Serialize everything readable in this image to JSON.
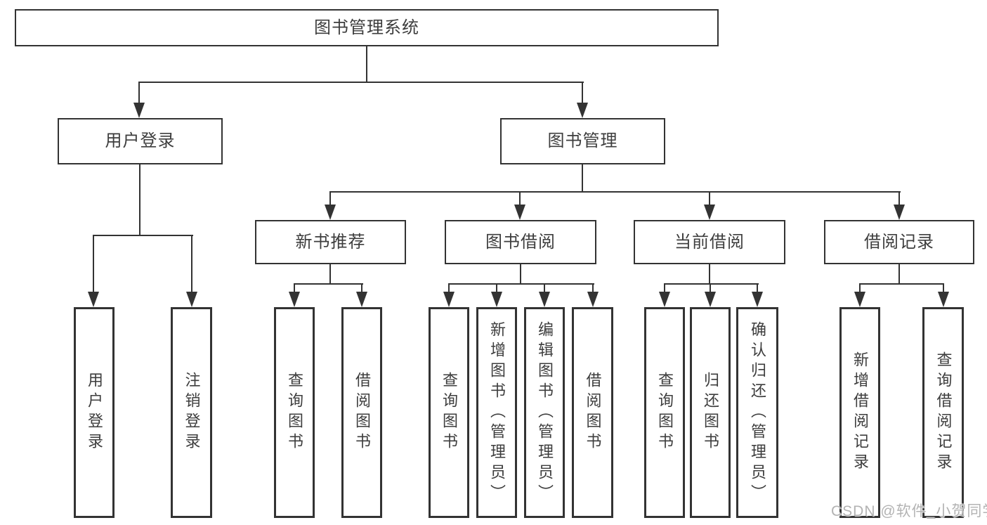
{
  "diagram": {
    "root": {
      "label": "图书管理系统"
    },
    "branches": [
      {
        "label": "用户登录",
        "children": [
          {
            "label": "用户登录"
          },
          {
            "label": "注销登录"
          }
        ]
      },
      {
        "label": "图书管理",
        "children": [
          {
            "label": "新书推荐",
            "children": [
              {
                "label": "查询图书"
              },
              {
                "label": "借阅图书"
              }
            ]
          },
          {
            "label": "图书借阅",
            "children": [
              {
                "label": "查询图书"
              },
              {
                "label": "新增图书（管理员）"
              },
              {
                "label": "编辑图书（管理员）"
              },
              {
                "label": "借阅图书"
              }
            ]
          },
          {
            "label": "当前借阅",
            "children": [
              {
                "label": "查询图书"
              },
              {
                "label": "归还图书"
              },
              {
                "label": "确认归还（管理员）"
              }
            ]
          },
          {
            "label": "借阅记录",
            "children": [
              {
                "label": "新增借阅记录"
              },
              {
                "label": "查询借阅记录"
              }
            ]
          }
        ]
      }
    ]
  },
  "watermark": "CSDN @软件_小贺同学",
  "colors": {
    "line": "#333333",
    "text": "#3d3d3d",
    "watermark": "#b3b3b3",
    "background": "#ffffff"
  }
}
